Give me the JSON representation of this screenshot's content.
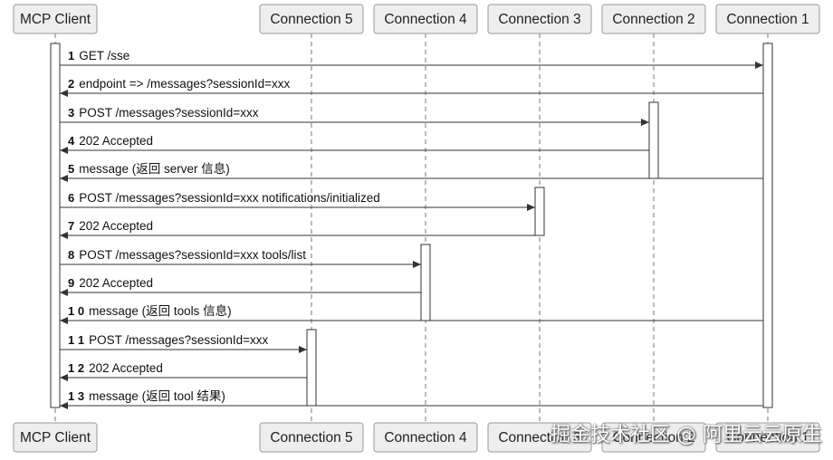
{
  "participants": [
    {
      "id": "mcp",
      "label": "MCP Client"
    },
    {
      "id": "c5",
      "label": "Connection 5"
    },
    {
      "id": "c4",
      "label": "Connection 4"
    },
    {
      "id": "c3",
      "label": "Connection 3"
    },
    {
      "id": "c2",
      "label": "Connection 2"
    },
    {
      "id": "c1",
      "label": "Connection 1"
    }
  ],
  "messages": [
    {
      "num": "1",
      "text": "GET /sse",
      "from": "mcp",
      "to": "c1"
    },
    {
      "num": "2",
      "text": "endpoint => /messages?sessionId=xxx",
      "from": "c1",
      "to": "mcp"
    },
    {
      "num": "3",
      "text": "POST /messages?sessionId=xxx",
      "from": "mcp",
      "to": "c2"
    },
    {
      "num": "4",
      "text": "202 Accepted",
      "from": "c2",
      "to": "mcp"
    },
    {
      "num": "5",
      "text": "message (返回 server 信息)",
      "from": "c1",
      "to": "mcp"
    },
    {
      "num": "6",
      "text": "POST /messages?sessionId=xxx notifications/initialized",
      "from": "mcp",
      "to": "c3"
    },
    {
      "num": "7",
      "text": "202 Accepted",
      "from": "c3",
      "to": "mcp"
    },
    {
      "num": "8",
      "text": "POST /messages?sessionId=xxx tools/list",
      "from": "mcp",
      "to": "c4"
    },
    {
      "num": "9",
      "text": "202 Accepted",
      "from": "c4",
      "to": "mcp"
    },
    {
      "num": "1 0",
      "text": "message  (返回 tools 信息)",
      "from": "c1",
      "to": "mcp"
    },
    {
      "num": "1 1",
      "text": "POST /messages?sessionId=xxx",
      "from": "mcp",
      "to": "c5"
    },
    {
      "num": "1 2",
      "text": "202 Accepted",
      "from": "c5",
      "to": "mcp"
    },
    {
      "num": "1 3",
      "text": "message  (返回 tool 结果)",
      "from": "c1",
      "to": "mcp"
    }
  ],
  "activations": [
    {
      "participant": "mcp",
      "from_msg": 1,
      "to_msg": 13
    },
    {
      "participant": "c1",
      "from_msg": 1,
      "to_msg": 13
    },
    {
      "participant": "c2",
      "from_msg": 3,
      "to_msg": 5
    },
    {
      "participant": "c3",
      "from_msg": 6,
      "to_msg": 7
    },
    {
      "participant": "c4",
      "from_msg": 8,
      "to_msg": 10
    },
    {
      "participant": "c5",
      "from_msg": 11,
      "to_msg": 13
    }
  ],
  "watermark": "掘金技术社区 @ 阿里云云原生",
  "colors": {
    "box_fill": "#eeeeee",
    "box_stroke": "#9a9a9a",
    "line": "#333333"
  }
}
